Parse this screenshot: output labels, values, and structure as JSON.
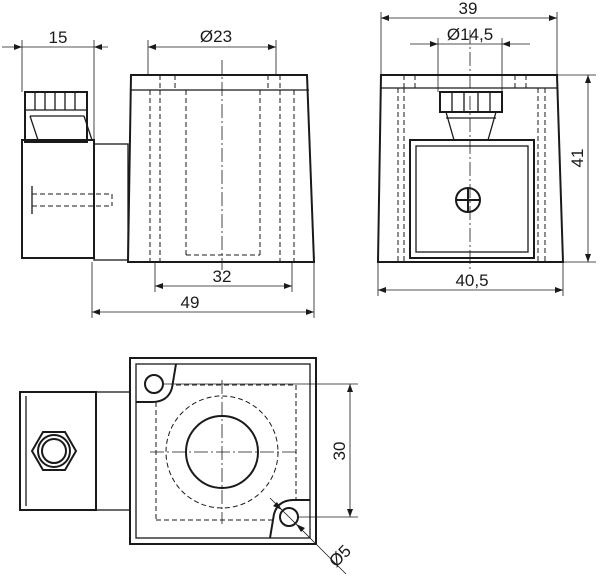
{
  "drawing": {
    "dimensions": {
      "side_connector_width": "15",
      "side_bore_diameter": "Ø23",
      "side_bore_length": "32",
      "side_total_length": "49",
      "front_total_width": "39",
      "front_connector_diameter": "Ø14,5",
      "front_height": "41",
      "front_base_width": "40,5",
      "top_hole_spacing": "30",
      "top_hole_diameter": "Ø5"
    }
  }
}
